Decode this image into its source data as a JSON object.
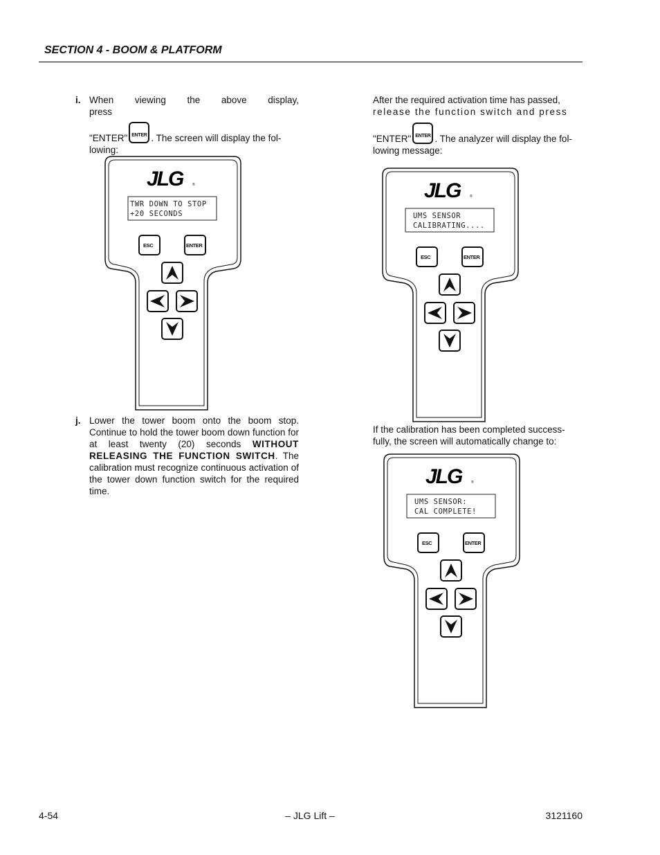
{
  "header": {
    "title": "SECTION 4 - BOOM & PLATFORM"
  },
  "steps": {
    "i": {
      "marker": "i.",
      "line1": "When viewing the above display, press",
      "pre_icon": "\"ENTER\"",
      "post_icon": ". The screen will display the fol-",
      "line3": "lowing:"
    },
    "j": {
      "marker": "j.",
      "text1": "Lower the tower boom onto the boom stop. Continue to hold the tower boom down function for at least twenty (20) seconds ",
      "bold": "WITHOUT RELEASING THE FUNCTION SWITCH",
      "text2": ". The calibration must recognize continuous activation of the tower down function switch for the required time."
    }
  },
  "right": {
    "activation": {
      "line1": "After the required activation time has passed,",
      "line2": "release the function switch and press",
      "pre_icon": "\"ENTER\"",
      "post_icon": ". The analyzer will display the fol-",
      "line3": "lowing message:"
    },
    "calibration": {
      "line1": "If the calibration has been completed success-",
      "line2": "fully, the screen will automatically change to:"
    }
  },
  "enter_icon_label": "ENTER",
  "analyzers": [
    {
      "logo": "JLG",
      "logo_mark": "®",
      "lcd_line1": "TWR DOWN TO STOP",
      "lcd_line2": "+20 SECONDS",
      "esc_label": "ESC",
      "enter_label": "ENTER"
    },
    {
      "logo": "JLG",
      "logo_mark": "®",
      "lcd_line1": "UMS SENSOR",
      "lcd_line2": "CALIBRATING....",
      "esc_label": "ESC",
      "enter_label": "ENTER"
    },
    {
      "logo": "JLG",
      "logo_mark": "®",
      "lcd_line1": "UMS SENSOR:",
      "lcd_line2": "CAL COMPLETE!",
      "esc_label": "ESC",
      "enter_label": "ENTER"
    }
  ],
  "footer": {
    "page": "4-54",
    "center": "– JLG Lift –",
    "doc_number": "3121160"
  }
}
